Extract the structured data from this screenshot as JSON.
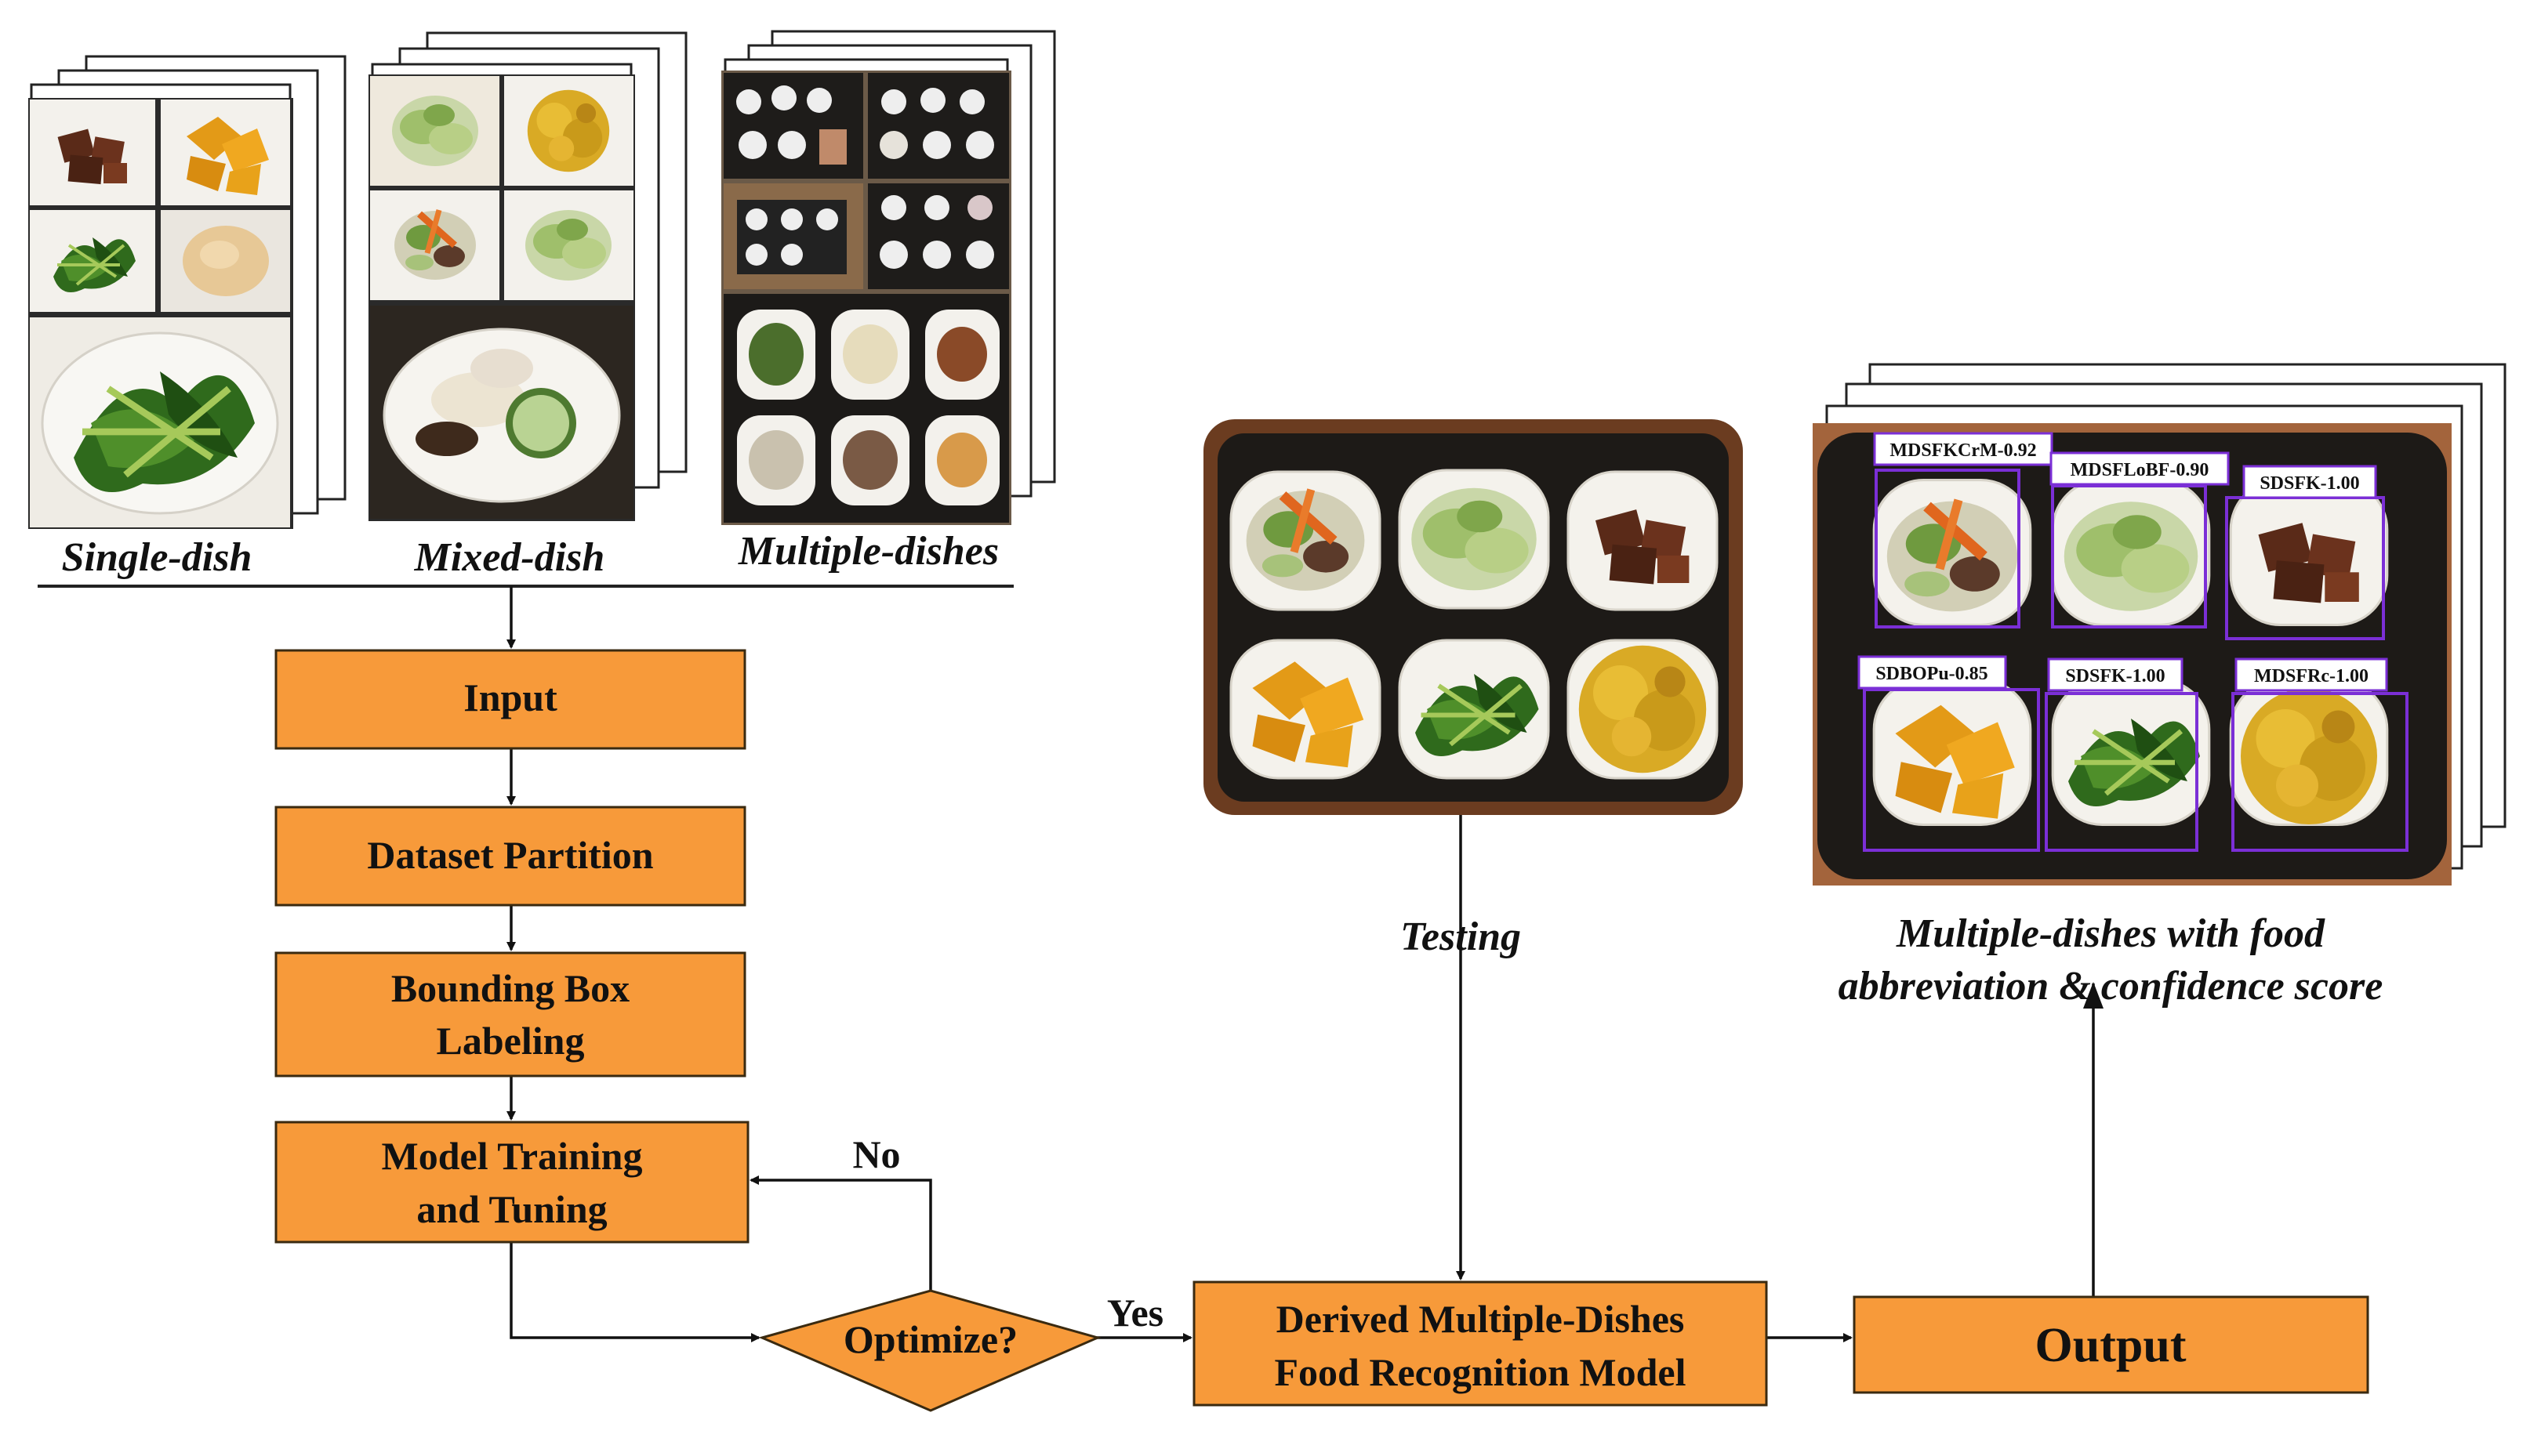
{
  "colors": {
    "box_fill": "#F79A3A",
    "box_stroke": "#3a2a10",
    "tray": "#1d1a17",
    "bowl": "#f3f1ec",
    "detect_box": "#7b2fd6",
    "arrow": "#111111"
  },
  "datasets": {
    "single": "Single-dish",
    "mixed": "Mixed-dish",
    "multiple": "Multiple-dishes"
  },
  "flow": {
    "input": "Input",
    "partition": "Dataset Partition",
    "labeling_1": "Bounding Box",
    "labeling_2": "Labeling",
    "training_1": "Model Training",
    "training_2": "and Tuning",
    "optimize": "Optimize?",
    "no": "No",
    "yes": "Yes",
    "derived_1": "Derived Multiple-Dishes",
    "derived_2": "Food Recognition Model",
    "output": "Output",
    "testing": "Testing"
  },
  "result_caption": {
    "line_1": "Multiple-dishes with food",
    "line_2": "abbreviation & confidence score"
  },
  "detections": [
    {
      "label": "MDSFKCrM-0.92",
      "food": "vegetable-mix"
    },
    {
      "label": "MDSFLoBF-0.90",
      "food": "cabbage"
    },
    {
      "label": "SDSFK-1.00",
      "food": "braised-tofu"
    },
    {
      "label": "SDBOPu-0.85",
      "food": "pumpkin"
    },
    {
      "label": "SDSFK-1.00",
      "food": "greens"
    },
    {
      "label": "MDSFRc-1.00",
      "food": "yellow-rice"
    }
  ]
}
